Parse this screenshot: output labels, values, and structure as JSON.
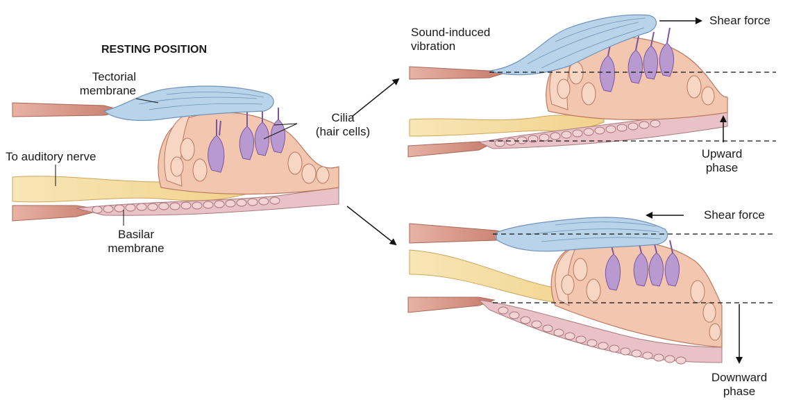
{
  "title": "RESTING POSITION",
  "labels": {
    "tectorial_membrane": [
      "Tectorial",
      "membrane"
    ],
    "cilia": [
      "Cilia",
      "(hair cells)"
    ],
    "auditory_nerve": "To auditory nerve",
    "basilar_membrane": [
      "Basilar",
      "membrane"
    ],
    "sound_vibration": [
      "Sound-induced",
      "vibration"
    ],
    "shear_force_top": "Shear force",
    "upward_phase": [
      "Upward",
      "phase"
    ],
    "shear_force_bottom": "Shear force",
    "downward_phase": [
      "Downward",
      "phase"
    ]
  },
  "colors": {
    "tectorial": "#b9d3ea",
    "tectorial_stroke": "#6f93b8",
    "organ": "#f3c6b0",
    "organ_stroke": "#b9785f",
    "hair_cell": "#b99ad0",
    "hair_cell_stroke": "#7a55a0",
    "nerve": "#f6e0a6",
    "nerve_stroke": "#c9a55c",
    "basilar": "#e8c2c6",
    "basilar_stroke": "#a9787e",
    "bone": "#d99a8a",
    "bone_stroke": "#a86656"
  }
}
